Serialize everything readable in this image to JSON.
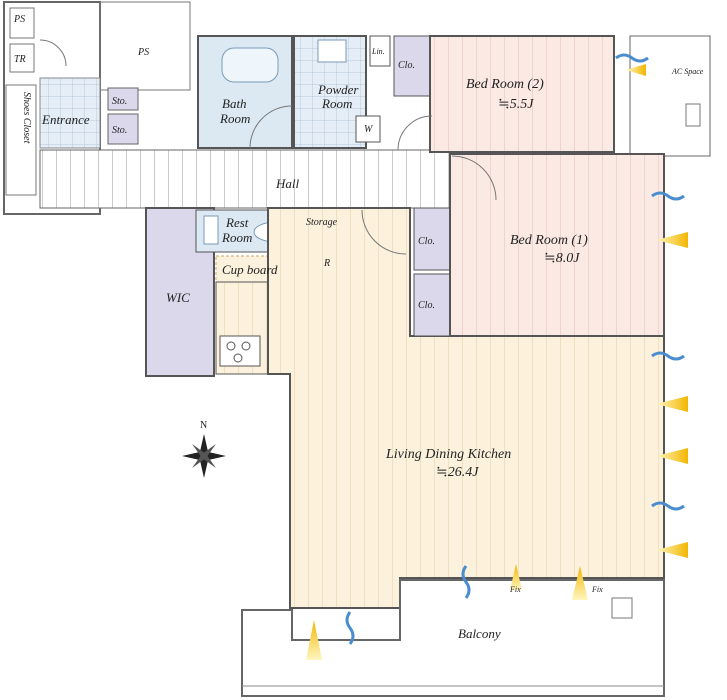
{
  "rooms": {
    "ps_top": "PS",
    "tr": "TR",
    "ps_mid": "PS",
    "shoes_closet": "Shoes Closet",
    "entrance": "Entrance",
    "sto_1": "Sto.",
    "sto_2": "Sto.",
    "bath_line1": "Bath",
    "bath_line2": "Room",
    "powder_line1": "Powder",
    "powder_line2": "Room",
    "lin": "Lin.",
    "washer": "W",
    "clo_bed2": "Clo.",
    "bed2_name": "Bed Room (2)",
    "bed2_size": "≒5.5J",
    "ac_space": "AC Space",
    "hall": "Hall",
    "rest_line1": "Rest",
    "rest_line2": "Room",
    "storage": "Storage",
    "refrigerator": "R",
    "cupboard": "Cup board",
    "wic": "WIC",
    "clo_bed1_a": "Clo.",
    "clo_bed1_b": "Clo.",
    "bed1_name": "Bed Room (1)",
    "bed1_size": "≒8.0J",
    "ldk_name": "Living Dining Kitchen",
    "ldk_size": "≒26.4J",
    "fix_1": "Fix",
    "fix_2": "Fix",
    "balcony": "Balcony"
  },
  "compass": {
    "north": "N"
  },
  "colors": {
    "wood": "#fbf1dc",
    "bedroom": "#fbe9e3",
    "closet": "#dcd8eb",
    "bath": "#dce9f3",
    "wall": "#555555",
    "light_yellow": "#f4c21a",
    "wind_blue": "#4a8ed0"
  }
}
